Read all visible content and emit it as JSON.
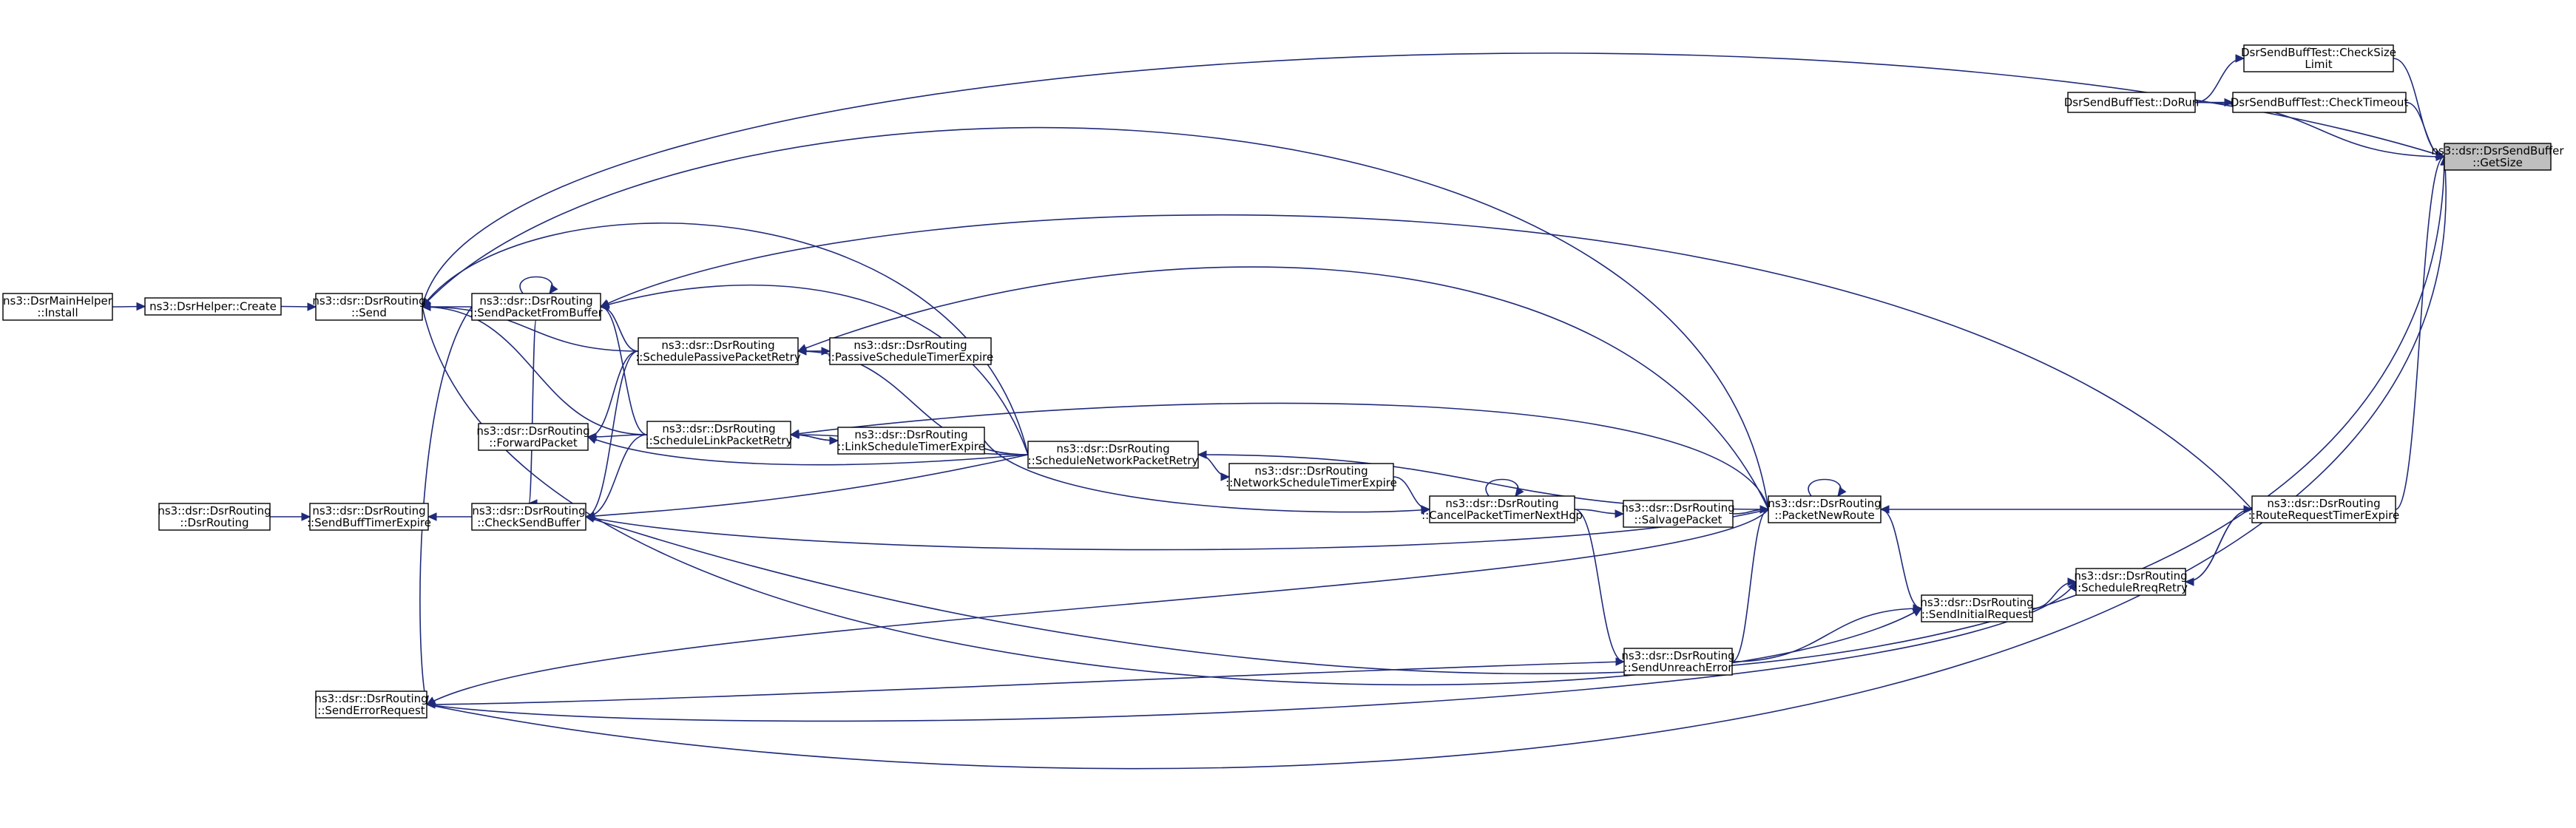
{
  "nodes": [
    {
      "id": "n0",
      "lines": [
        "ns3::dsr::DsrSendBuffer",
        "::GetSize"
      ],
      "root": true
    },
    {
      "id": "n1",
      "lines": [
        "DsrSendBuffTest::CheckSize",
        "Limit"
      ]
    },
    {
      "id": "n2",
      "lines": [
        "DsrSendBuffTest::DoRun"
      ]
    },
    {
      "id": "n3",
      "lines": [
        "DsrSendBuffTest::CheckTimeout"
      ]
    },
    {
      "id": "n4",
      "lines": [
        "ns3::dsr::DsrRouting",
        "::RouteRequestTimerExpire"
      ]
    },
    {
      "id": "n5",
      "lines": [
        "ns3::dsr::DsrRouting",
        "::ScheduleRreqRetry"
      ]
    },
    {
      "id": "n6",
      "lines": [
        "ns3::dsr::DsrRouting",
        "::SendInitialRequest"
      ]
    },
    {
      "id": "n7",
      "lines": [
        "ns3::dsr::DsrRouting",
        "::PacketNewRoute"
      ]
    },
    {
      "id": "n8",
      "lines": [
        "ns3::dsr::DsrRouting",
        "::SalvagePacket"
      ]
    },
    {
      "id": "n9",
      "lines": [
        "ns3::dsr::DsrRouting",
        "::SendUnreachError"
      ]
    },
    {
      "id": "n10",
      "lines": [
        "ns3::dsr::DsrRouting",
        "::CancelPacketTimerNextHop"
      ]
    },
    {
      "id": "n11",
      "lines": [
        "ns3::dsr::DsrRouting",
        "::NetworkScheduleTimerExpire"
      ]
    },
    {
      "id": "n12",
      "lines": [
        "ns3::dsr::DsrRouting",
        "::ScheduleNetworkPacketRetry"
      ]
    },
    {
      "id": "n13",
      "lines": [
        "ns3::dsr::DsrRouting",
        "::PassiveScheduleTimerExpire"
      ]
    },
    {
      "id": "n14",
      "lines": [
        "ns3::dsr::DsrRouting",
        "::LinkScheduleTimerExpire"
      ]
    },
    {
      "id": "n15",
      "lines": [
        "ns3::dsr::DsrRouting",
        "::SchedulePassivePacketRetry"
      ]
    },
    {
      "id": "n16",
      "lines": [
        "ns3::dsr::DsrRouting",
        "::ScheduleLinkPacketRetry"
      ]
    },
    {
      "id": "n17",
      "lines": [
        "ns3::dsr::DsrRouting",
        "::SendPacketFromBuffer"
      ]
    },
    {
      "id": "n18",
      "lines": [
        "ns3::dsr::DsrRouting",
        "::ForwardPacket"
      ]
    },
    {
      "id": "n19",
      "lines": [
        "ns3::dsr::DsrRouting",
        "::CheckSendBuffer"
      ]
    },
    {
      "id": "n20",
      "lines": [
        "ns3::dsr::DsrRouting",
        "::Send"
      ]
    },
    {
      "id": "n21",
      "lines": [
        "ns3::DsrHelper::Create"
      ]
    },
    {
      "id": "n22",
      "lines": [
        "ns3::DsrMainHelper",
        "::Install"
      ]
    },
    {
      "id": "n23",
      "lines": [
        "ns3::dsr::DsrRouting",
        "::SendBuffTimerExpire"
      ]
    },
    {
      "id": "n24",
      "lines": [
        "ns3::dsr::DsrRouting",
        "::DsrRouting"
      ]
    },
    {
      "id": "n25",
      "lines": [
        "ns3::dsr::DsrRouting",
        "::SendErrorRequest"
      ]
    }
  ],
  "edges": [
    {
      "from": "n1",
      "to": "n0"
    },
    {
      "from": "n2",
      "to": "n1"
    },
    {
      "from": "n2",
      "to": "n3"
    },
    {
      "from": "n2",
      "to": "n0"
    },
    {
      "from": "n3",
      "to": "n0"
    },
    {
      "from": "n4",
      "to": "n0"
    },
    {
      "from": "n4",
      "to": "n5"
    },
    {
      "from": "n4",
      "to": "n7"
    },
    {
      "from": "n4",
      "to": "n17"
    },
    {
      "from": "n5",
      "to": "n4"
    },
    {
      "from": "n6",
      "to": "n5"
    },
    {
      "from": "n7",
      "to": "n6"
    },
    {
      "from": "n7",
      "to": "n7"
    },
    {
      "from": "n7",
      "to": "n12"
    },
    {
      "from": "n7",
      "to": "n16"
    },
    {
      "from": "n7",
      "to": "n15"
    },
    {
      "from": "n7",
      "to": "n19"
    },
    {
      "from": "n7",
      "to": "n20"
    },
    {
      "from": "n7",
      "to": "n25"
    },
    {
      "from": "n8",
      "to": "n7"
    },
    {
      "from": "n9",
      "to": "n6"
    },
    {
      "from": "n9",
      "to": "n7"
    },
    {
      "from": "n9",
      "to": "n25"
    },
    {
      "from": "n10",
      "to": "n8"
    },
    {
      "from": "n10",
      "to": "n9"
    },
    {
      "from": "n10",
      "to": "n10"
    },
    {
      "from": "n11",
      "to": "n10"
    },
    {
      "from": "n12",
      "to": "n11"
    },
    {
      "from": "n12",
      "to": "n15"
    },
    {
      "from": "n12",
      "to": "n16"
    },
    {
      "from": "n12",
      "to": "n17"
    },
    {
      "from": "n12",
      "to": "n18"
    },
    {
      "from": "n12",
      "to": "n19"
    },
    {
      "from": "n12",
      "to": "n20"
    },
    {
      "from": "n13",
      "to": "n15"
    },
    {
      "from": "n14",
      "to": "n10"
    },
    {
      "from": "n14",
      "to": "n16"
    },
    {
      "from": "n15",
      "to": "n13"
    },
    {
      "from": "n15",
      "to": "n17"
    },
    {
      "from": "n15",
      "to": "n18"
    },
    {
      "from": "n15",
      "to": "n19"
    },
    {
      "from": "n15",
      "to": "n20"
    },
    {
      "from": "n16",
      "to": "n14"
    },
    {
      "from": "n16",
      "to": "n17"
    },
    {
      "from": "n16",
      "to": "n18"
    },
    {
      "from": "n16",
      "to": "n19"
    },
    {
      "from": "n16",
      "to": "n20"
    },
    {
      "from": "n17",
      "to": "n17"
    },
    {
      "from": "n17",
      "to": "n19"
    },
    {
      "from": "n17",
      "to": "n20"
    },
    {
      "from": "n17",
      "to": "n25"
    },
    {
      "from": "n19",
      "to": "n23"
    },
    {
      "from": "n20",
      "to": "n0"
    },
    {
      "from": "n21",
      "to": "n20"
    },
    {
      "from": "n22",
      "to": "n21"
    },
    {
      "from": "n24",
      "to": "n23"
    },
    {
      "from": "n25",
      "to": "n0"
    },
    {
      "from": "n20",
      "to": "n6"
    },
    {
      "from": "n25",
      "to": "n5"
    },
    {
      "from": "n19",
      "to": "n0"
    }
  ]
}
